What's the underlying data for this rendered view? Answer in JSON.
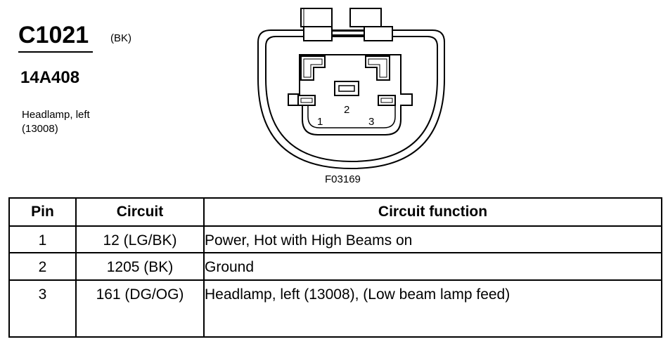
{
  "connector": {
    "id": "C1021",
    "color": "(BK)",
    "part_number": "14A408",
    "description_line1": "Headlamp, left",
    "description_line2": "(13008)",
    "figure_code": "F03169",
    "pin_labels": [
      "1",
      "2",
      "3"
    ]
  },
  "table": {
    "headers": [
      "Pin",
      "Circuit",
      "Circuit function"
    ],
    "rows": [
      {
        "pin": "1",
        "circuit": "12 (LG/BK)",
        "function": "Power, Hot with High Beams on"
      },
      {
        "pin": "2",
        "circuit": "1205 (BK)",
        "function": "Ground"
      },
      {
        "pin": "3",
        "circuit": "161 (DG/OG)",
        "function": "Headlamp, left (13008), (Low beam lamp feed)"
      }
    ]
  }
}
